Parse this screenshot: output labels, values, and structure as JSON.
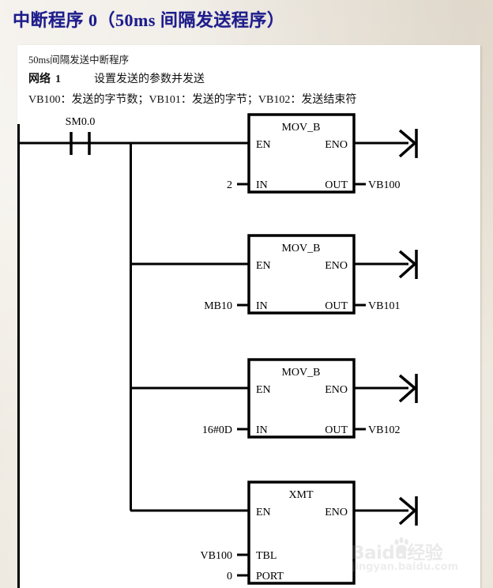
{
  "title": "中断程序 0（50ms 间隔发送程序）",
  "colors": {
    "title": "#1d1c8c",
    "background": "#ece7dd",
    "panel": "#ffffff",
    "ladder_line": "#000000",
    "watermark": "#9a9a9a"
  },
  "header": {
    "note": "50ms间隔发送中断程序",
    "network_label": "网络",
    "network_number": "1",
    "network_description": "设置发送的参数并发送",
    "comment": "VB100：发送的字节数；VB101：发送的字节；VB102：发送结束符"
  },
  "ladder": {
    "contact": {
      "name": "SM0.0",
      "type": "normally-open"
    },
    "rungs": [
      {
        "block": "MOV_B",
        "en": "EN",
        "eno": "ENO",
        "inputs": [
          {
            "pin": "IN",
            "value": "2"
          }
        ],
        "outputs": [
          {
            "pin": "OUT",
            "value": "VB100"
          }
        ],
        "terminator": "arrow-into-bar"
      },
      {
        "block": "MOV_B",
        "en": "EN",
        "eno": "ENO",
        "inputs": [
          {
            "pin": "IN",
            "value": "MB10"
          }
        ],
        "outputs": [
          {
            "pin": "OUT",
            "value": "VB101"
          }
        ],
        "terminator": "arrow-into-bar"
      },
      {
        "block": "MOV_B",
        "en": "EN",
        "eno": "ENO",
        "inputs": [
          {
            "pin": "IN",
            "value": "16#0D"
          }
        ],
        "outputs": [
          {
            "pin": "OUT",
            "value": "VB102"
          }
        ],
        "terminator": "arrow-into-bar"
      },
      {
        "block": "XMT",
        "en": "EN",
        "eno": "ENO",
        "inputs": [
          {
            "pin": "TBL",
            "value": "VB100"
          },
          {
            "pin": "PORT",
            "value": "0"
          }
        ],
        "outputs": [],
        "terminator": "arrow-into-bar"
      }
    ]
  },
  "watermark": {
    "main": "Baidu经验",
    "sub": "jingyan.baidu.com"
  }
}
